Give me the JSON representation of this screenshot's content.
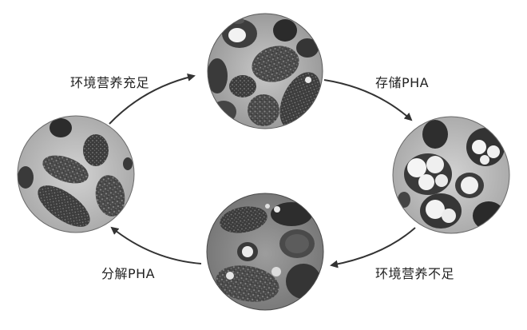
{
  "cycle": {
    "labels": {
      "top_left": "环境营养充足",
      "top_right": "存储PHA",
      "bottom_right": "环境营养不足",
      "bottom_left": "分解PHA"
    }
  },
  "colors": {
    "arrow": "#333333",
    "cell_dark": "#3a3a3a",
    "background_micro": "#b8b8b8"
  }
}
